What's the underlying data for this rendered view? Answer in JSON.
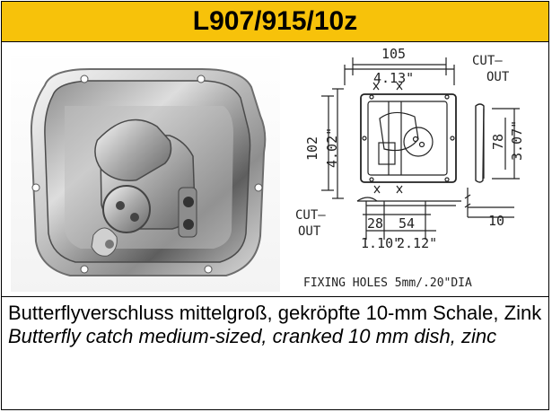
{
  "header": {
    "product_code": "L907/915/10z"
  },
  "drawing": {
    "width_mm": "105",
    "width_in": "4.13\"",
    "height_mm": "102",
    "height_in": "4.02\"",
    "cutout_label": "CUT–\nOUT",
    "cutout_height_mm": "78",
    "cutout_height_in": "3.07\"",
    "side_depth_mm": "10",
    "bottom_dim_1_mm": "28",
    "bottom_dim_2_mm": "54",
    "bottom_dim_1_in": "1.10\"",
    "bottom_dim_2_in": "2.12\"",
    "fixing_note": "FIXING HOLES 5mm/.20\"DIA"
  },
  "description": {
    "german": "Butterflyverschluss mittelgroß, gekröpfte 10-mm Schale, Zink",
    "english": "Butterfly catch medium-sized, cranked 10 mm dish, zinc"
  },
  "colors": {
    "header_background": "#f7c20a",
    "border": "#000000",
    "background": "#ffffff"
  }
}
